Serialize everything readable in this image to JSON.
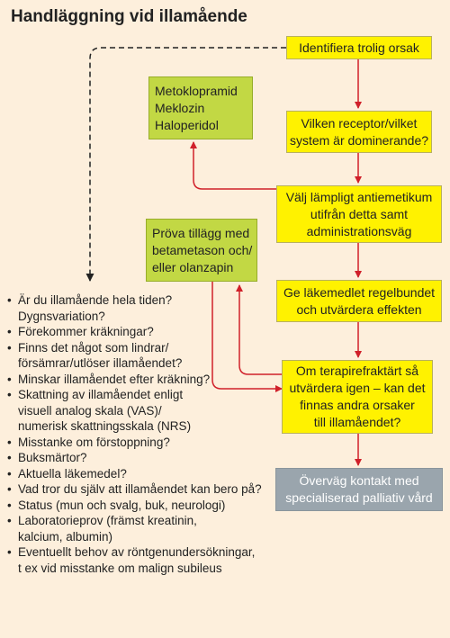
{
  "title": "Handläggning vid illamående",
  "boxes": {
    "identify": [
      "Identifiera trolig orsak"
    ],
    "receptor": [
      "Vilken receptor/vilket",
      "system är dominerande?"
    ],
    "choose": [
      "Välj lämpligt antiemetikum",
      "utifrån detta samt",
      "administrationsväg"
    ],
    "regular": [
      "Ge läkemedlet regelbundet",
      "och utvärdera effekten"
    ],
    "refractory": [
      "Om terapirefraktärt så",
      "utvärdera igen – kan det",
      "finnas andra orsaker",
      "till illamåendet?"
    ],
    "palliative": [
      "Överväg kontakt med",
      "specialiserad palliativ vård"
    ],
    "drugs": [
      "Metoklopramid",
      "Meklozin",
      "Haloperidol"
    ],
    "addon": [
      "Pröva tillägg med",
      "betametason och/",
      "eller olanzapin"
    ]
  },
  "questions": [
    [
      "Är du illamående hela tiden?",
      "Dygnsvariation?"
    ],
    [
      "Förekommer kräkningar?"
    ],
    [
      "Finns det något som lindrar/",
      "försämrar/utlöser illamåendet?"
    ],
    [
      "Minskar illamåendet efter kräkning?"
    ],
    [
      "Skattning av illamåendet enligt",
      "visuell analog skala (VAS)/",
      "numerisk skattningsskala (NRS)"
    ],
    [
      "Misstanke om förstoppning?"
    ],
    [
      "Buksmärtor?"
    ],
    [
      "Aktuella läkemedel?"
    ],
    [
      "Vad tror du själv att illamåendet kan bero på?"
    ],
    [
      "Status (mun och svalg, buk, neurologi)"
    ],
    [
      "Laboratorieprov (främst kreatinin,",
      "kalcium, albumin)"
    ],
    [
      "Eventuellt behov av röntgenundersökningar,",
      "t ex vid misstanke om malign subileus"
    ]
  ],
  "colors": {
    "background": "#fdefdc",
    "process_box": "#fff200",
    "drug_box": "#c2d844",
    "final_box": "#9aa5ad",
    "arrow": "#d0202a",
    "dashed_arrow": "#222222"
  }
}
